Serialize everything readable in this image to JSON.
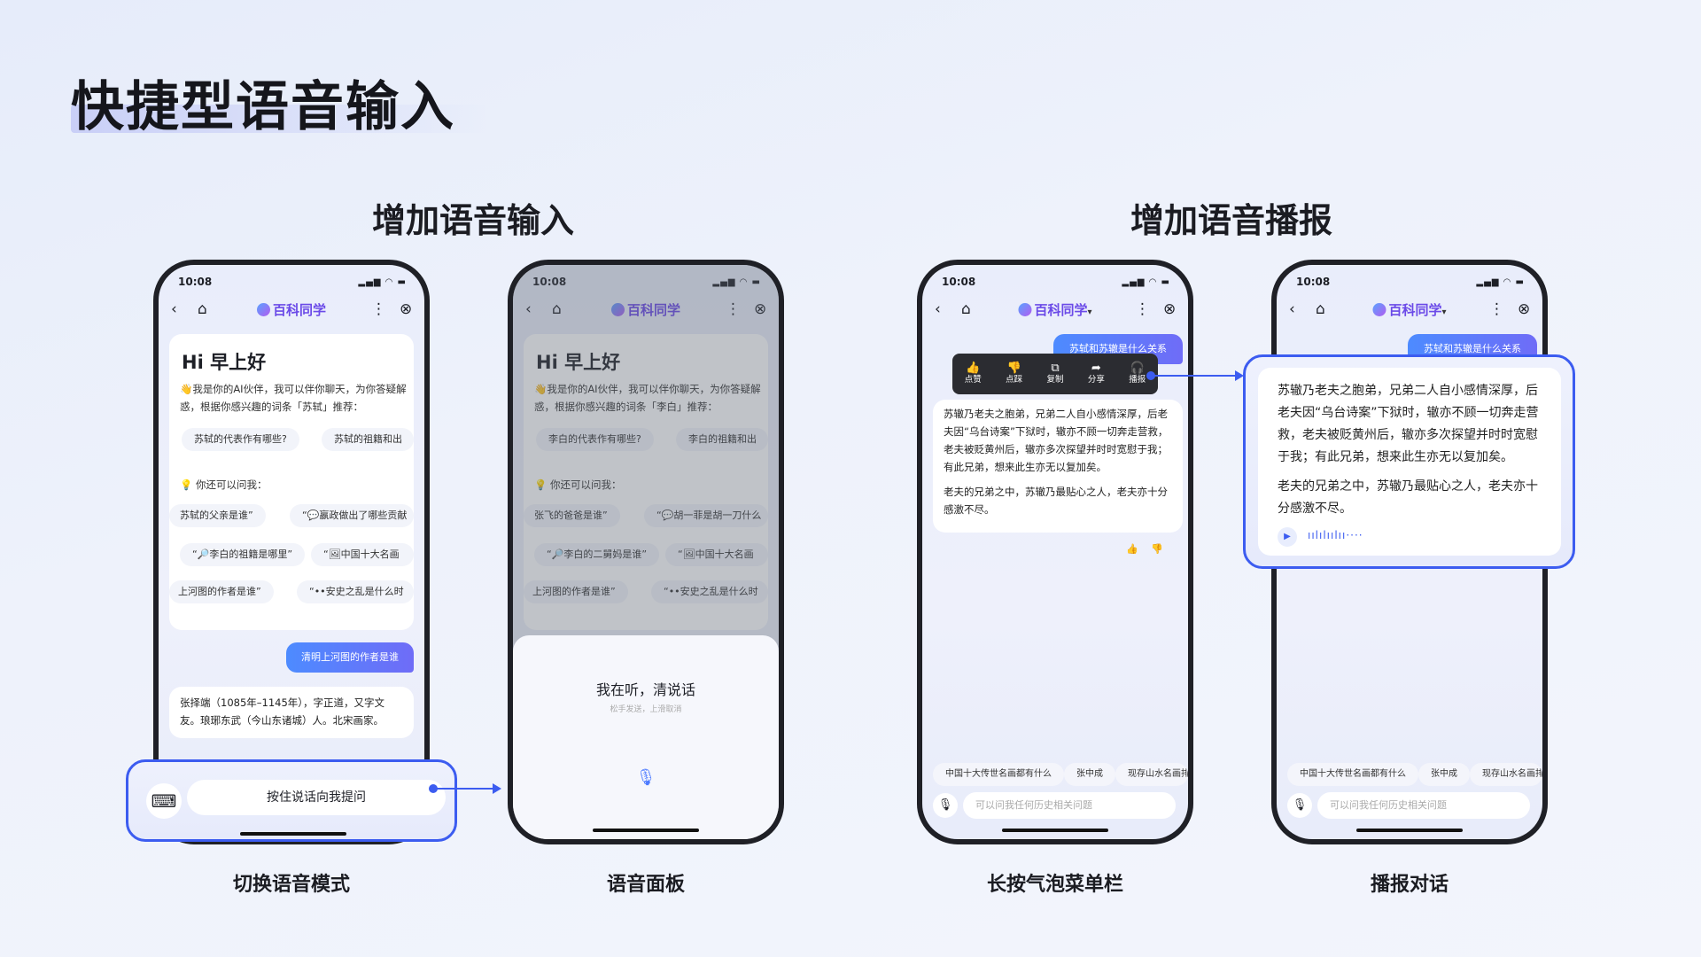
{
  "page": {
    "title": "快捷型语音输入",
    "section_left": "增加语音输入",
    "section_right": "增加语音播报",
    "accent": "#3c5cf0"
  },
  "captions": [
    "切换语音模式",
    "语音面板",
    "长按气泡菜单栏",
    "播报对话"
  ],
  "status": {
    "time": "10:08",
    "signal": "signal-icon",
    "wifi": "wifi-icon",
    "battery": "battery-icon"
  },
  "nav": {
    "back": "‹",
    "home": "⌂",
    "logo": "百科同学",
    "logo_dropdown": "▾",
    "more": "⋮",
    "close": "⊗"
  },
  "phone1": {
    "greeting": "Hi 早上好",
    "intro": "👋我是你的AI伙伴，我可以伴你聊天，为你答疑解惑，根据你感兴趣的词条「苏轼」推荐：",
    "chips": [
      "苏轼的代表作有哪些?",
      "苏轼的祖籍和出"
    ],
    "ask_label": "💡 你还可以问我：",
    "suggestions": [
      "苏轼的父亲是谁”",
      "“💬嬴政做出了哪些贡献",
      "“🔎李白的祖籍是哪里”",
      "“🖼中国十大名画",
      "上河图的作者是谁”",
      "“••安史之乱是什么时"
    ],
    "user_msg": "清明上河图的作者是谁",
    "answer": "张择端（1085年–1145年），字正道，又字文友。琅琊东武（今山东诸城）人。北宋画家。",
    "hold_button": "按住说话向我提问",
    "keyboard_icon": "keyboard-icon"
  },
  "phone2": {
    "greeting": "Hi 早上好",
    "intro": "👋我是你的AI伙伴，我可以伴你聊天，为你答疑解惑，根据你感兴趣的词条「李白」推荐：",
    "chips": [
      "李白的代表作有哪些?",
      "李白的祖籍和出"
    ],
    "ask_label": "💡 你还可以问我：",
    "suggestions": [
      "张飞的爸爸是谁”",
      "“💬胡一菲是胡一刀什么",
      "“🔎李白的二舅妈是谁”",
      "“🖼中国十大名画",
      "上河图的作者是谁”",
      "“••安史之乱是什么时"
    ],
    "listening": "我在听，清说话",
    "hint": "松手发送，上滑取消",
    "mic_icon": "microphone-icon"
  },
  "phone3": {
    "user_msg": "苏轼和苏辙是什么关系",
    "menu": [
      {
        "icon": "👍",
        "label": "点赞"
      },
      {
        "icon": "👎",
        "label": "点踩"
      },
      {
        "icon": "⧉",
        "label": "复制"
      },
      {
        "icon": "➦",
        "label": "分享"
      },
      {
        "icon": "🎧",
        "label": "播报"
      }
    ],
    "answer_p1": "苏辙乃老夫之胞弟，兄弟二人自小感情深厚，后老夫因“乌台诗案”下狱时，辙亦不顾一切奔走营救，老夫被贬黄州后，辙亦多次探望并时时宽慰于我；有此兄弟，想来此生亦无以复加矣。",
    "answer_p2": "老夫的兄弟之中，苏辙乃最贴心之人，老夫亦十分感激不尽。",
    "like": "👍",
    "dislike": "👎",
    "chips": [
      "中国十大传世名画都有什么",
      "张中成",
      "现存山水名画排行"
    ],
    "input_placeholder": "可以问我任何历史相关问题"
  },
  "phone4": {
    "user_msg": "苏轼和苏辙是什么关系",
    "answer_p1": "苏辙乃老夫之胞弟，兄弟二人自小感情深厚，后老夫因“乌台诗案”下狱时，辙亦不顾一切奔走营救，老夫被贬黄州后，辙亦多次探望并时时宽慰于我；有此兄弟，想来此生亦无以复加矣。",
    "answer_p2": "老夫的兄弟之中，苏辙乃最贴心之人，老夫亦十分感激不尽。",
    "play_icon": "▶",
    "waveform": "ıılılıılıı····",
    "chips": [
      "中国十大传世名画都有什么",
      "张中成",
      "现存山水名画排行"
    ],
    "input_placeholder": "可以问我任何历史相关问题"
  }
}
